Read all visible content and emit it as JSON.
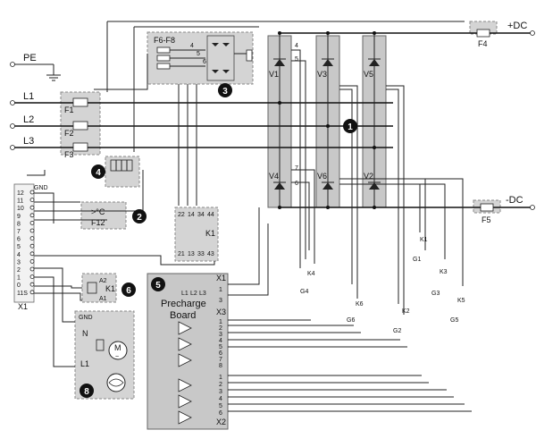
{
  "rails": {
    "pe": "PE",
    "l1": "L1",
    "l2": "L2",
    "l3": "L3",
    "plus_dc": "+DC",
    "minus_dc": "-DC"
  },
  "fuses": {
    "f1": "F1",
    "f2": "F2",
    "f3": "F3",
    "f4": "F4",
    "f5": "F5",
    "f6_f8": "F6-F8"
  },
  "bridge": {
    "thyristors": [
      "V1",
      "V3",
      "V5",
      "V4",
      "V6",
      "V2"
    ],
    "node_labels": [
      "4",
      "5",
      "6",
      "7",
      "6"
    ]
  },
  "thermostat": {
    "label": ">°C",
    "fuse": "F12"
  },
  "contactor_k1": {
    "top_terminals": [
      "22",
      "14",
      "34",
      "44"
    ],
    "bottom_terminals": [
      "21",
      "13",
      "33",
      "43"
    ],
    "name": "K1"
  },
  "relay": {
    "a2": "A2",
    "name": "K1",
    "a1": "A1"
  },
  "precharge": {
    "title_line1": "Precharge",
    "title_line2": "Board",
    "inputs": [
      "L1",
      "L2",
      "L3"
    ],
    "x1_label": "X1",
    "x1_pins": [
      "1",
      "3"
    ],
    "x3_label": "X3",
    "x3_pins": [
      "1",
      "2",
      "3",
      "4",
      "5",
      "6",
      "7",
      "8"
    ],
    "x2_pins": [
      "1",
      "2",
      "3",
      "4",
      "5",
      "6"
    ],
    "x2_label": "X2"
  },
  "terminal_strip": {
    "gnd": "GND",
    "pins": [
      "12",
      "11",
      "10",
      "9",
      "8",
      "7",
      "6",
      "5",
      "4",
      "3",
      "2",
      "1",
      "0",
      "11S"
    ],
    "name": "X1"
  },
  "fan": {
    "gnd": "GND",
    "n": "N",
    "l1": "L1",
    "motor": "M",
    "tilde": "~"
  },
  "gate_signals": [
    "K1",
    "G1",
    "K3",
    "G3",
    "K5",
    "G5",
    "K4",
    "G4",
    "K6",
    "G6",
    "K2",
    "G2"
  ],
  "badges": [
    "1",
    "2",
    "3",
    "4",
    "5",
    "6",
    "8"
  ]
}
